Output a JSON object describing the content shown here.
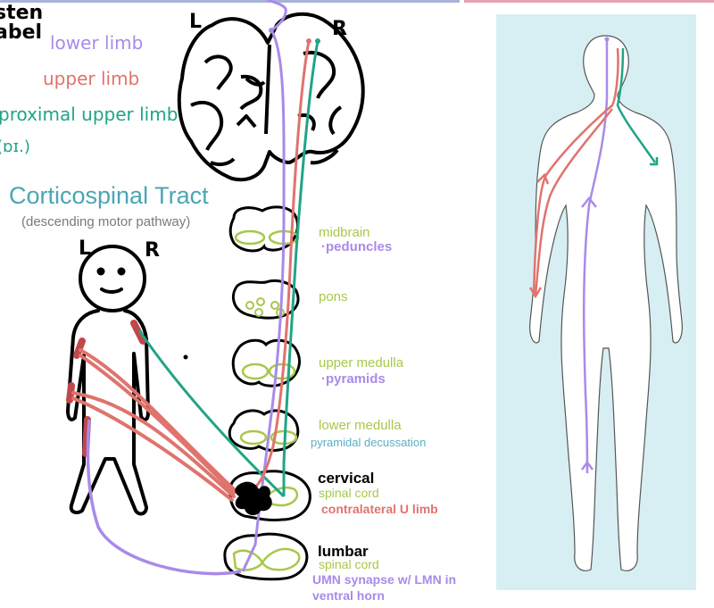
{
  "header": {
    "listen_label": "sten\nabel"
  },
  "legend": {
    "items": [
      {
        "text": "lower limb",
        "color": "#a98ae8"
      },
      {
        "text": "upper limb",
        "color": "#e0736d"
      },
      {
        "text": "proximal upper limb",
        "color": "#21a487"
      },
      {
        "text": "(ɒɪ.)",
        "color": "#21a487"
      }
    ]
  },
  "colors": {
    "lower_limb": "#a98ae8",
    "upper_limb": "#e0736d",
    "proximal_upper_limb": "#21a487",
    "level_text": "#a7c84a",
    "decussation_text": "#5aaec6",
    "body_panel": "#d7eff3"
  },
  "title": "Corticospinal Tract",
  "subtitle": "(descending motor pathway)",
  "brain_labels": {
    "left": "L",
    "right": "R"
  },
  "figure_labels": {
    "left": "L",
    "right": "R"
  },
  "levels": [
    {
      "name": "midbrain",
      "note": "peduncles"
    },
    {
      "name": "pons",
      "note": ""
    },
    {
      "name": "upper medulla",
      "note": "pyramids"
    },
    {
      "name": "lower medulla",
      "note": "pyramidal decussation"
    },
    {
      "name": "spinal cord",
      "tag": "cervical",
      "note": "contralateral U limb"
    },
    {
      "name": "spinal cord",
      "tag": "lumbar",
      "note": "UMN synapse w/ LMN in\nventral horn"
    }
  ]
}
